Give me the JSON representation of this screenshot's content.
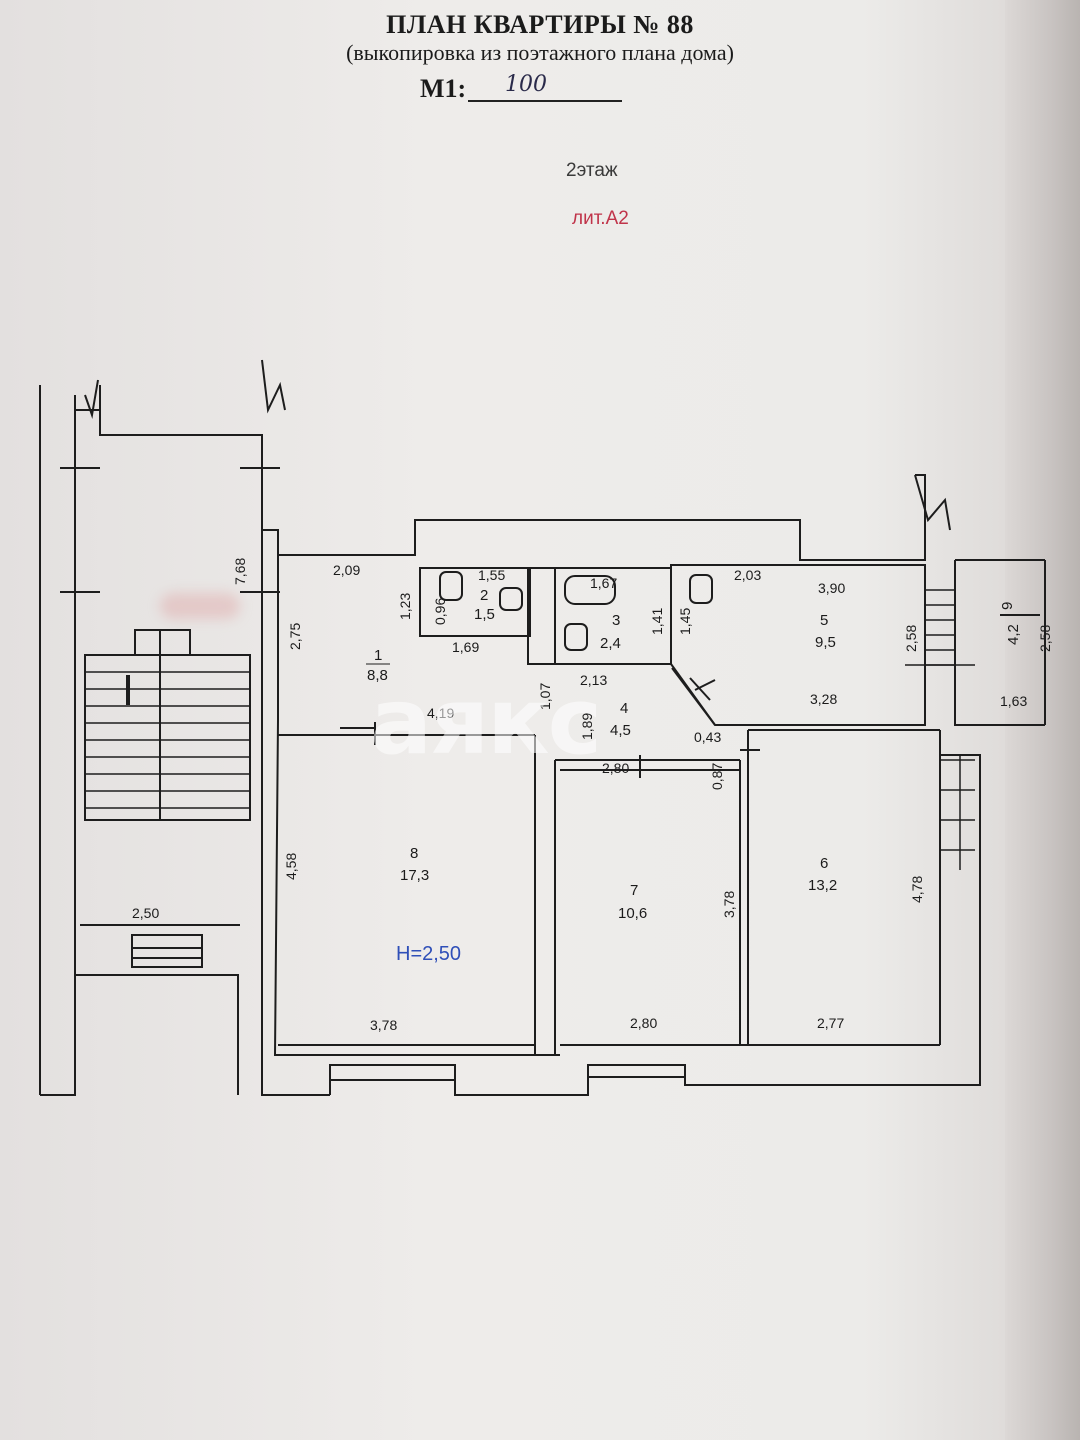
{
  "header": {
    "title": "ПЛАН КВАРТИРЫ № 88",
    "subtitle": "(выкопировка из поэтажного плана дома)",
    "scale_label": "М1:",
    "scale_value": "100",
    "floor": "2этаж",
    "letter": "лит.А2"
  },
  "ceiling_height": "Н=2,50",
  "watermark": "аякс",
  "rooms": [
    {
      "num": "1",
      "area": "8,8"
    },
    {
      "num": "2",
      "area": "1,5"
    },
    {
      "num": "3",
      "area": "2,4"
    },
    {
      "num": "4",
      "area": "4,5"
    },
    {
      "num": "5",
      "area": "9,5"
    },
    {
      "num": "6",
      "area": "13,2"
    },
    {
      "num": "7",
      "area": "10,6"
    },
    {
      "num": "8",
      "area": "17,3"
    },
    {
      "num": "9",
      "area": "4,2"
    }
  ],
  "dimensions": {
    "stair_height": "7,68",
    "stair_width": "2,50",
    "r1_top": "2,09",
    "r1_left": "2,75",
    "r1_small": "1,23",
    "r1_bottom": "4,19",
    "r2_left": "0,96",
    "r2_top": "1,55",
    "r2_bottom": "1,69",
    "r3_top": "1,67",
    "r3_right": "1,41",
    "r4_top": "2,13",
    "r4_left_a": "1,07",
    "r4_left_b": "1,89",
    "r4_bottom": "2,80",
    "r4_small_a": "0,43",
    "r4_small_b": "0,87",
    "r5_a": "1,45",
    "r5_b": "2,03",
    "r5_top": "3,90",
    "r5_right": "2,58",
    "r5_bottom": "3,28",
    "r9_right": "2,58",
    "r9_bottom": "1,63",
    "r8_left": "4,58",
    "r8_bottom": "3,78",
    "r7_right": "3,78",
    "r7_bottom": "2,80",
    "r6_right": "4,78",
    "r6_bottom": "2,77"
  }
}
